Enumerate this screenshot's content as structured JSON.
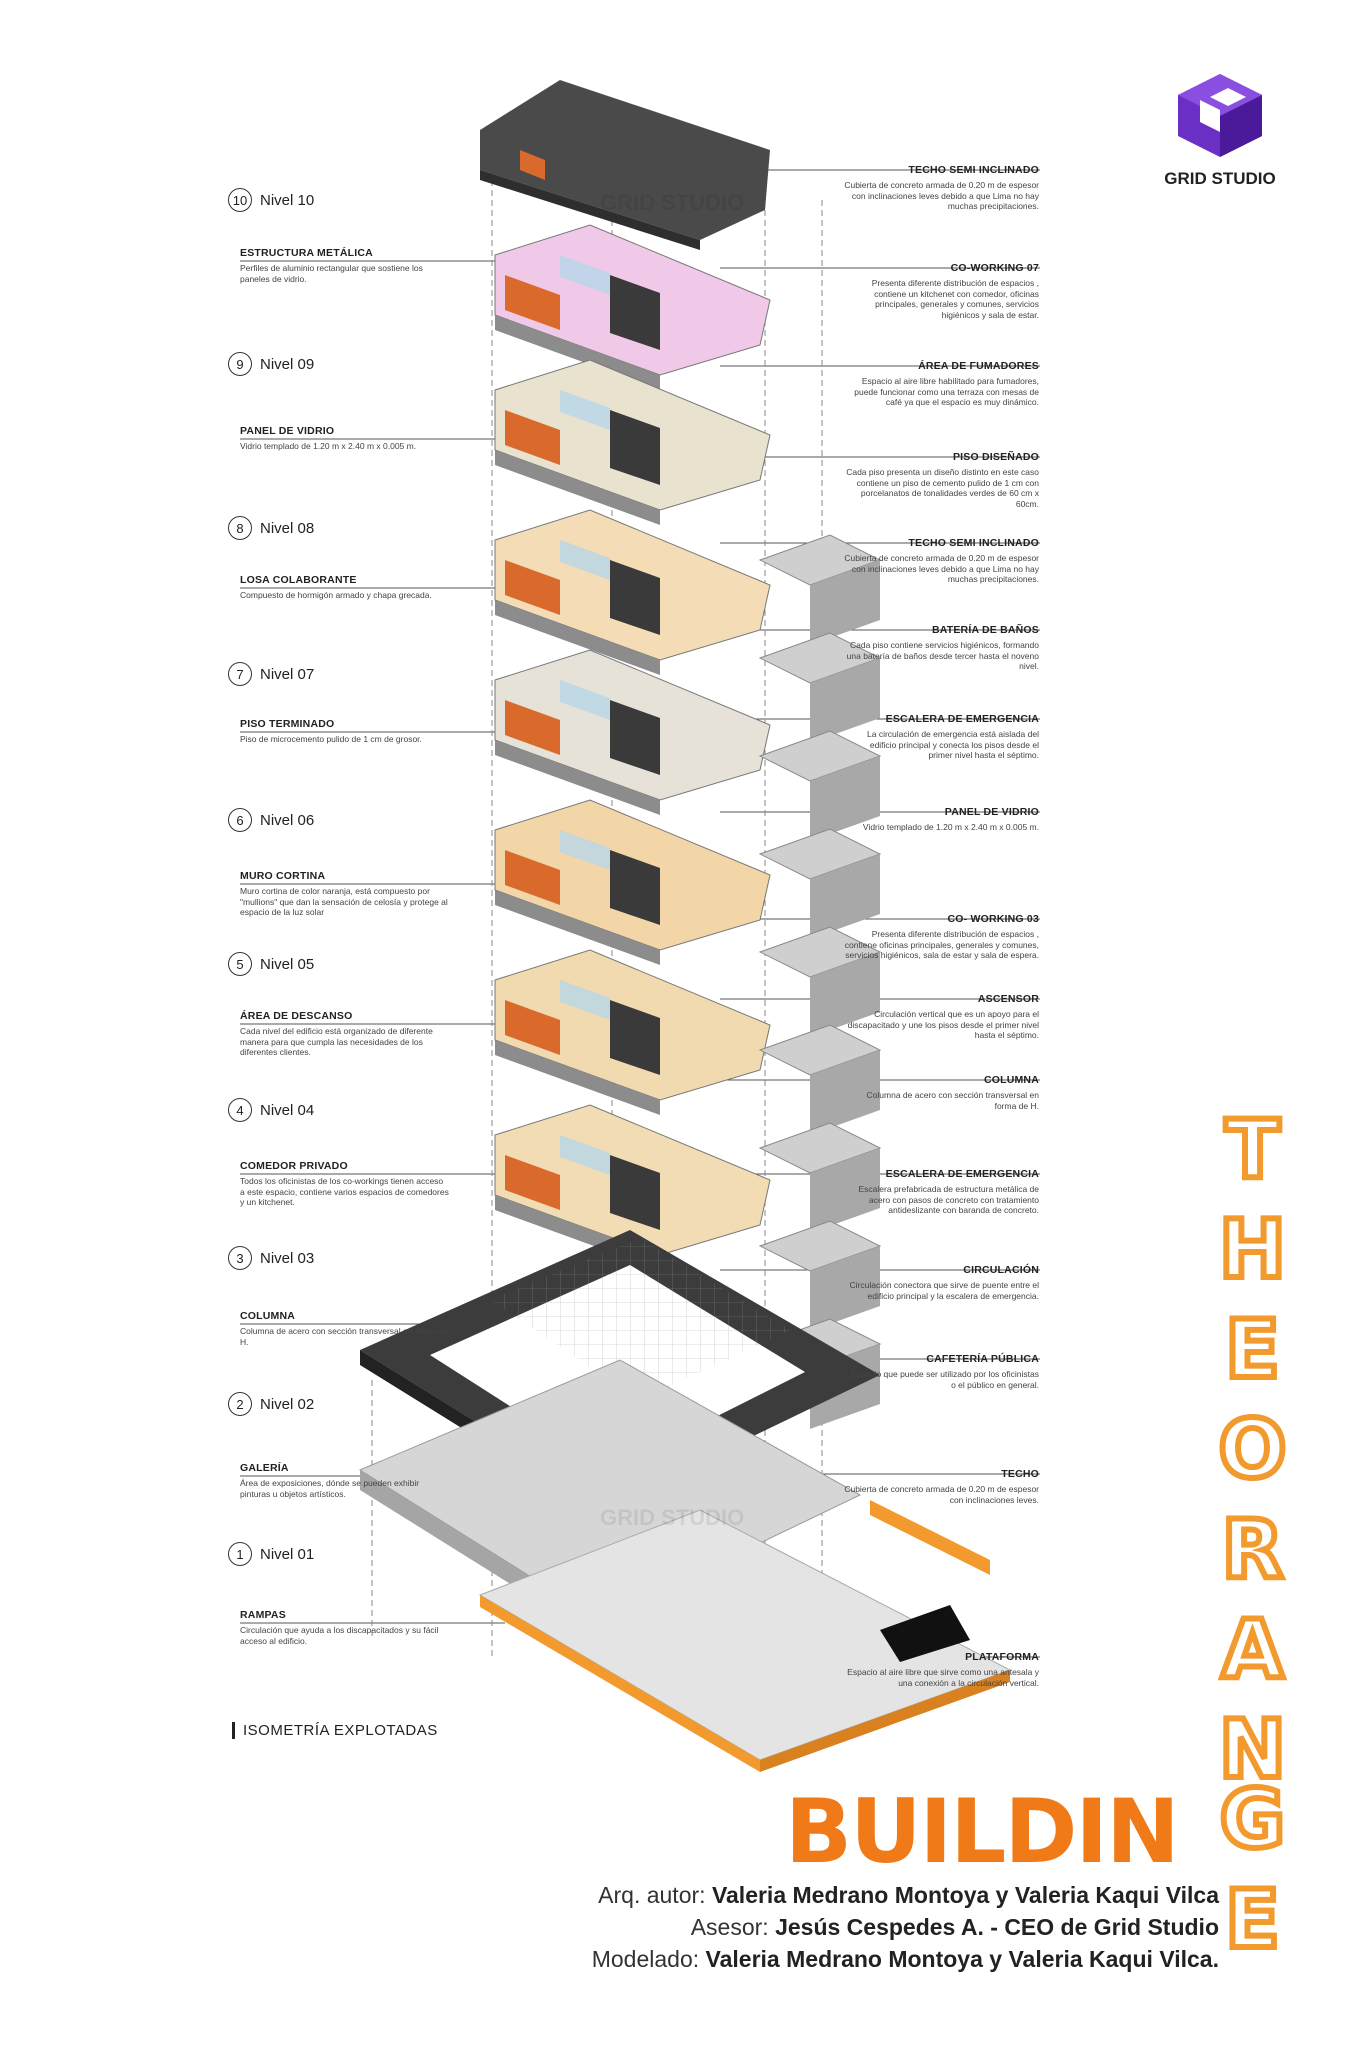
{
  "levels": [
    {
      "num": "10",
      "label": "Nivel 10"
    },
    {
      "num": "9",
      "label": "Nivel 09"
    },
    {
      "num": "8",
      "label": "Nivel 08"
    },
    {
      "num": "7",
      "label": "Nivel 07"
    },
    {
      "num": "6",
      "label": "Nivel 06"
    },
    {
      "num": "5",
      "label": "Nivel 05"
    },
    {
      "num": "4",
      "label": "Nivel 04"
    },
    {
      "num": "3",
      "label": "Nivel 03"
    },
    {
      "num": "2",
      "label": "Nivel 02"
    },
    {
      "num": "1",
      "label": "Nivel 01"
    }
  ],
  "left_annotations": [
    {
      "title": "ESTRUCTURA METÁLICA",
      "text": "Perfiles de aluminio rectangular que sostiene los paneles de vidrio."
    },
    {
      "title": "PANEL DE VIDRIO",
      "text": "Vidrio templado de 1.20 m x 2.40 m x 0.005 m."
    },
    {
      "title": "LOSA COLABORANTE",
      "text": "Compuesto de hormigón armado y chapa grecada."
    },
    {
      "title": "PISO TERMINADO",
      "text": "Piso de microcemento pulido de 1 cm de grosor."
    },
    {
      "title": "MURO CORTINA",
      "text": "Muro cortina de color naranja, está compuesto por \"mullions\" que dan la sensación de celosía y protege al espacio de la luz solar"
    },
    {
      "title": "ÁREA DE DESCANSO",
      "text": "Cada nivel del edificio está organizado de diferente manera para que cumpla las necesidades de los diferentes clientes."
    },
    {
      "title": "COMEDOR PRIVADO",
      "text": "Todos los oficinistas de los co-workings tienen acceso a este espacio, contiene varios espacios de comedores y un kitchenet."
    },
    {
      "title": "COLUMNA",
      "text": "Columna de acero con sección transversal en forma de H."
    },
    {
      "title": "GALERÍA",
      "text": "Área de exposiciones, dónde se pueden exhibir pinturas u objetos artísticos."
    },
    {
      "title": "RAMPAS",
      "text": "Circulación que ayuda a los discapacitados y su fácil acceso al edificio."
    }
  ],
  "right_annotations": [
    {
      "title": "TECHO SEMI INCLINADO",
      "text": "Cubierta de concreto armada de 0.20 m de espesor con inclinaciones leves debido a que Lima no hay muchas precipitaciones."
    },
    {
      "title": "CO-WORKING 07",
      "text": "Presenta diferente distribución de espacios , contiene un kitchenet con comedor, oficinas principales, generales y comunes, servicios higiénicos y sala de estar."
    },
    {
      "title": "ÁREA DE FUMADORES",
      "text": "Espacio al aire libre habilitado para fumadores, puede funcionar como una terraza con mesas de café ya que el espacio es muy dinámico."
    },
    {
      "title": "PISO DISEÑADO",
      "text": "Cada piso presenta un diseño distinto en este caso contiene un piso de cemento pulido de 1 cm con porcelanatos de tonalidades verdes de 60 cm x 60cm."
    },
    {
      "title": "TECHO SEMI INCLINADO",
      "text": "Cubierta de concreto armada de 0.20 m de espesor con inclinaciones leves debido a que Lima no hay muchas precipitaciones."
    },
    {
      "title": "BATERÍA DE BAÑOS",
      "text": "Cada piso contiene servicios higiénicos, formando una batería de baños desde tercer hasta el noveno nivel."
    },
    {
      "title": "ESCALERA DE EMERGENCIA",
      "text": "La circulación de emergencia está aislada del edificio principal y conecta los pisos desde el primer nivel hasta el séptimo."
    },
    {
      "title": "PANEL DE VIDRIO",
      "text": "Vidrio templado de 1.20 m x 2.40 m x 0.005 m."
    },
    {
      "title": "CO- WORKING 03",
      "text": "Presenta diferente distribución de espacios , contiene oficinas principales, generales y comunes, servicios higiénicos, sala de estar y sala de espera."
    },
    {
      "title": "ASCENSOR",
      "text": "Circulación vertical que es un apoyo para el discapacitado y une los pisos desde el primer nivel hasta el séptimo."
    },
    {
      "title": "COLUMNA",
      "text": "Columna de acero con sección transversal en forma de H."
    },
    {
      "title": "ESCALERA DE EMERGENCIA",
      "text": "Escalera prefabricada de estructura metálica de acero con pasos de concreto con tratamiento antideslizante con baranda de concreto."
    },
    {
      "title": "CIRCULACIÓN",
      "text": "Circulación conectora que sirve de puente entre el edificio principal y la escalera de emergencia."
    },
    {
      "title": "CAFETERÍA PÚBLICA",
      "text": "Espacio que puede ser utilizado por los oficinistas o el público en general."
    },
    {
      "title": "TECHO",
      "text": "Cubierta de concreto armada de 0.20 m de espesor con inclinaciones leves."
    },
    {
      "title": "PLATAFORMA",
      "text": "Espacio al aire libre que sirve como una antesala y una conexión a la circulación vertical."
    }
  ],
  "diagram_caption": "ISOMETRÍA EXPLOTADAS",
  "logo": {
    "name": "GRID STUDIO"
  },
  "watermark": "GRID STUDIO",
  "title": {
    "vertical": [
      "T",
      "H",
      "E",
      "O",
      "R",
      "A",
      "N",
      "G",
      "E"
    ],
    "main": "BUILDIN"
  },
  "credits": [
    {
      "label": "Arq. autor:",
      "value": "Valeria Medrano Montoya y Valeria Kaqui Vilca"
    },
    {
      "label": "Asesor:",
      "value": "Jesús Cespedes A. - CEO de Grid Studio"
    },
    {
      "label": "Modelado:",
      "value": "Valeria Medrano Montoya y Valeria Kaqui Vilca."
    }
  ],
  "colors": {
    "accent": "#f07a18",
    "roof": "#4a4a4a",
    "floor": "#cfcfcf",
    "wood": "#e8c38a",
    "glass": "#b7d7e8",
    "purple": "#6a2fc4"
  }
}
